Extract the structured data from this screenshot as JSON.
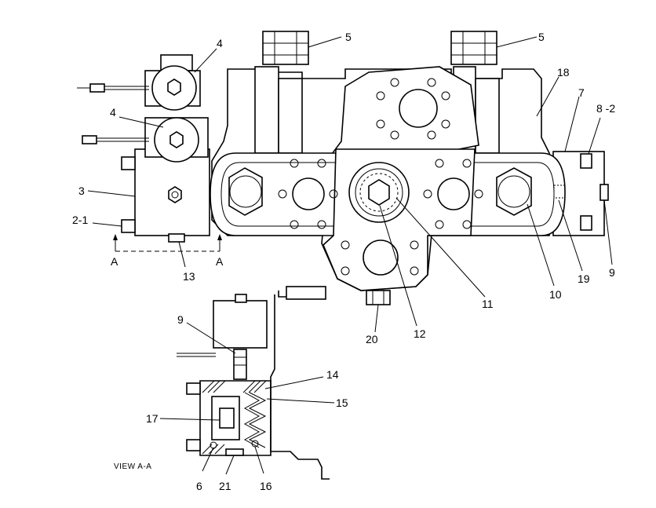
{
  "callouts": {
    "c4a": "4",
    "c4b": "4",
    "c5a": "5",
    "c5b": "5",
    "c18": "18",
    "c7": "7",
    "c8_2": "8 -2",
    "c3": "3",
    "c2_1": "2-1",
    "cA_left": "A",
    "cA_right": "A",
    "c13": "13",
    "c9_right": "9",
    "c19": "19",
    "c10": "10",
    "c11": "11",
    "c12": "12",
    "c20": "20",
    "c9_view": "9",
    "c14": "14",
    "c15": "15",
    "c17": "17",
    "c6": "6",
    "c21": "21",
    "c16": "16"
  },
  "view_label": "VIEW  A-A"
}
